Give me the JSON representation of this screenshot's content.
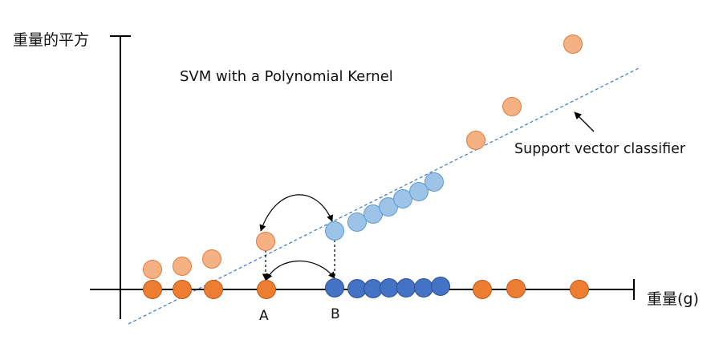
{
  "title": "SVM with a Polynomial Kernel",
  "axes": {
    "y_label": "重量的平方",
    "x_label": "重量(g)"
  },
  "annotation": {
    "classifier_label": "Support vector classifier"
  },
  "points": {
    "label_a": "A",
    "label_b": "B"
  },
  "colors": {
    "orange_1d": "#ED7D31",
    "orange_2d": "#F4B183",
    "blue_1d": "#4472C4",
    "blue_2d": "#9DC3E6",
    "classifier_line": "#4472C4",
    "axis": "#000000"
  }
}
